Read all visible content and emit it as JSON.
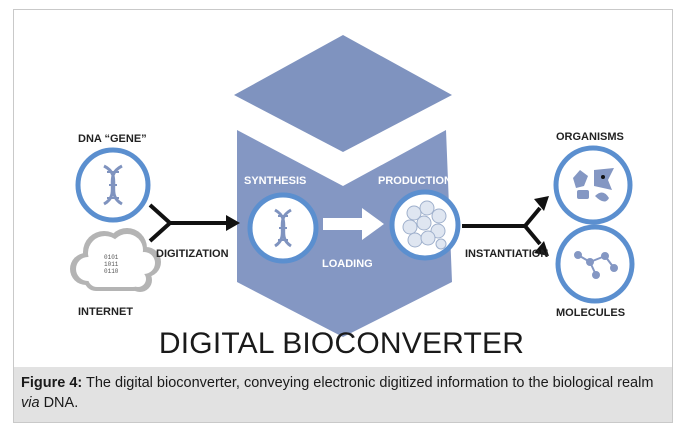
{
  "diagram": {
    "labels": {
      "dna_gene": "DNA “GENE”",
      "internet": "INTERNET",
      "digitization": "DIGITIZATION",
      "synthesis": "SYNTHESIS",
      "production": "PRODUCTION",
      "loading": "LOADING",
      "instantiation": "INSTANTIATION",
      "organisms": "ORGANISMS",
      "molecules": "MOLECULES"
    },
    "binary_lines": [
      "0101",
      "1011",
      "0110"
    ],
    "title": "DIGITAL BIOCONVERTER"
  },
  "caption": {
    "figure_label": "Figure 4:",
    "text_before_italic": " The digital bioconverter, conveying electronic digitized information to the biological realm ",
    "italic": "via",
    "text_after_italic": " DNA."
  },
  "colors": {
    "device_top": "#7f93bf",
    "device_body": "#8497c3",
    "circle_ring": "#5b8fcf",
    "cloud": "#b4b4b4",
    "caption_bg": "#e2e2e2"
  }
}
